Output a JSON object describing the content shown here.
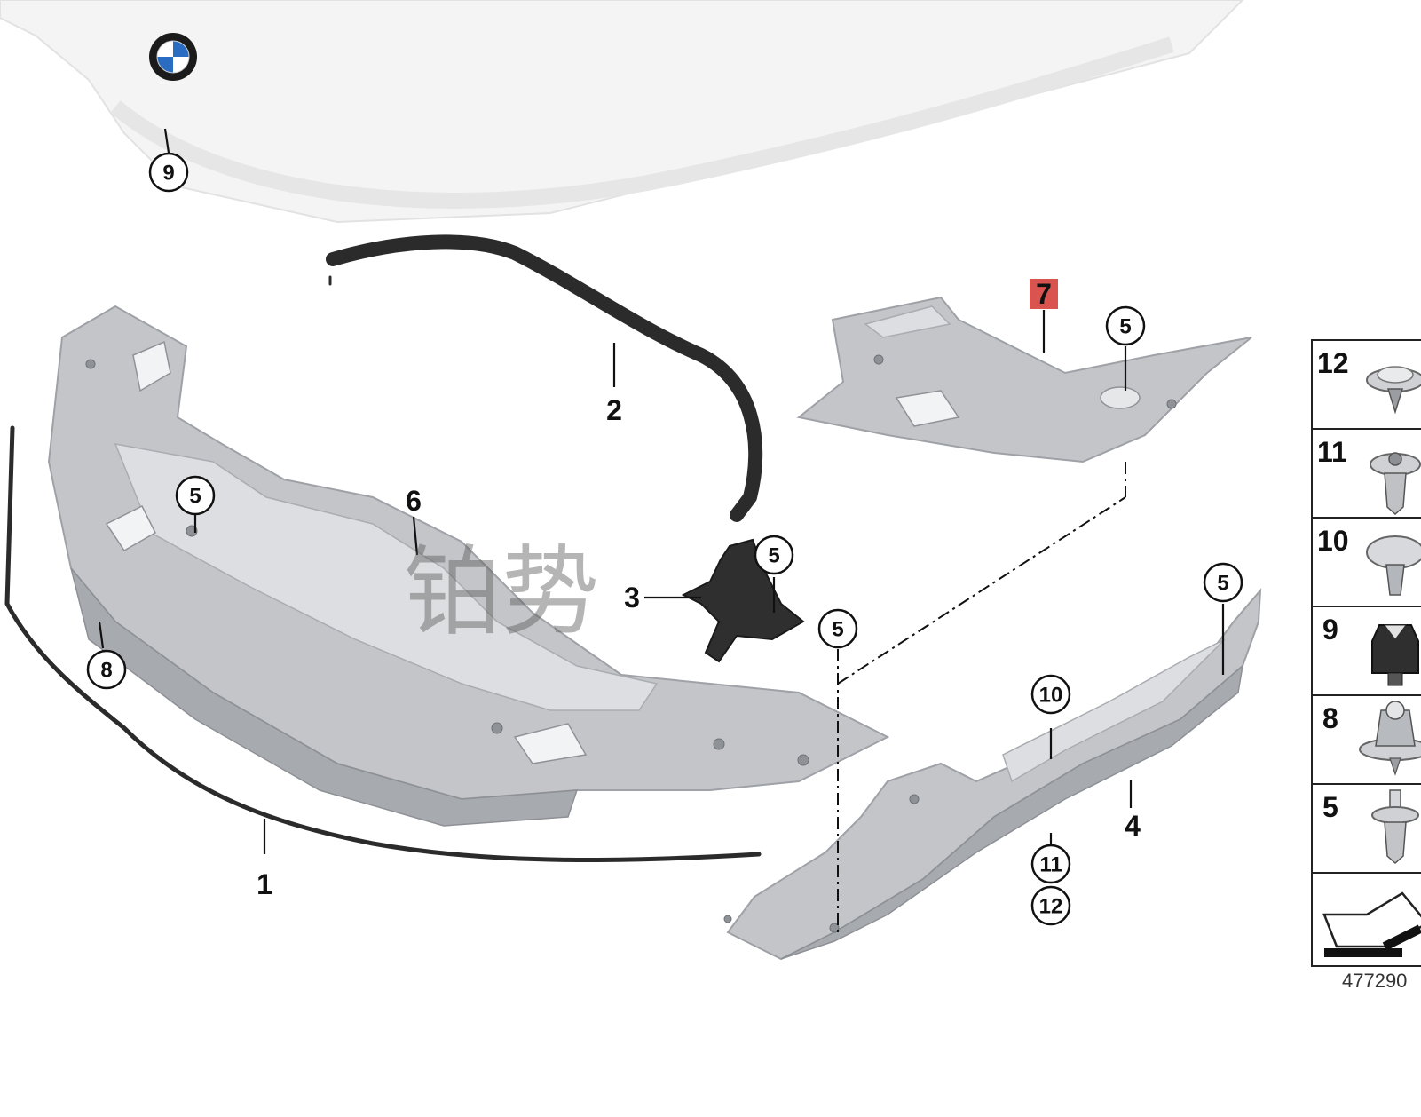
{
  "callouts": {
    "c9_top": "9",
    "c2": "2",
    "c7": "7",
    "c5_right_top": "5",
    "c5_left_panel": "5",
    "c6": "6",
    "c5_bracket": "5",
    "c3": "3",
    "c5_mid": "5",
    "c5_rail": "5",
    "c8": "8",
    "c10": "10",
    "c4": "4",
    "c11": "11",
    "c1": "1",
    "c12": "12"
  },
  "highlight_color": "#d9534f",
  "legend": {
    "items": [
      {
        "num": "12",
        "icon": "push-clip-icon"
      },
      {
        "num": "11",
        "icon": "expanding-rivet-icon"
      },
      {
        "num": "10",
        "icon": "mushroom-clip-icon"
      },
      {
        "num": "9",
        "icon": "rubber-buffer-icon"
      },
      {
        "num": "8",
        "icon": "clip-with-base-icon"
      },
      {
        "num": "5",
        "icon": "push-pin-icon"
      }
    ],
    "footer_icon": "arrow-symbol-icon"
  },
  "figure_number": "477290",
  "watermark": "铂势",
  "logo_icon": "bmw-roundel-icon"
}
